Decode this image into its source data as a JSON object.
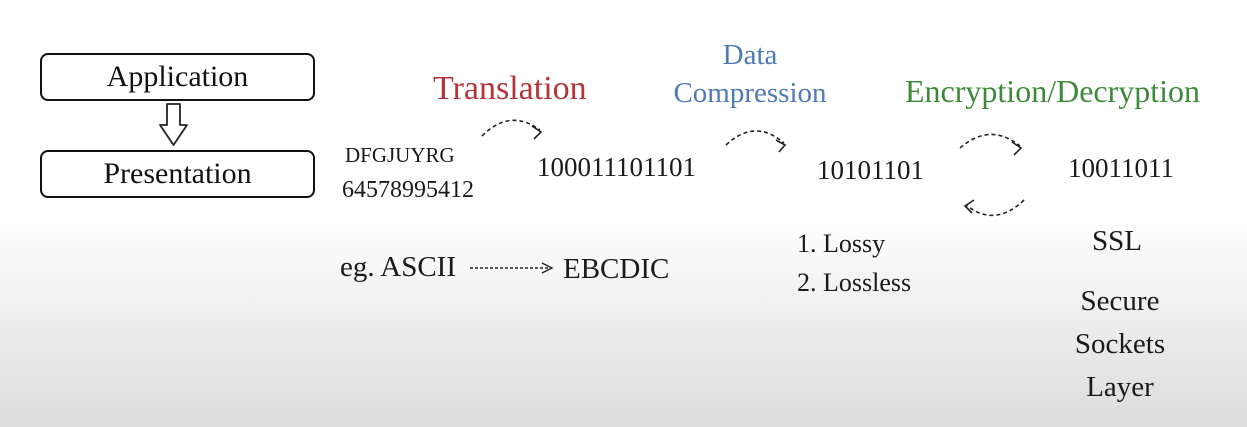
{
  "layers": {
    "top": "Application",
    "bottom": "Presentation"
  },
  "headings": {
    "translation": "Translation",
    "compression_line1": "Data",
    "compression_line2": "Compression",
    "encryption": "Encryption",
    "decryption": "/Decryption"
  },
  "translation": {
    "input_line1": "DFGJUYRG",
    "input_line2": "64578995412",
    "output": "100011101101",
    "example_from": "eg. ASCII",
    "example_to": "EBCDIC"
  },
  "compression": {
    "output": "10101101",
    "types": [
      "1. Lossy",
      "2. Lossless"
    ]
  },
  "encryption": {
    "output": "10011011",
    "abbr": "SSL",
    "expansion": [
      "Secure",
      "Sockets",
      "Layer"
    ]
  },
  "colors": {
    "translation": "#b5343a",
    "compression": "#4f7ab2",
    "encryption": "#3e8a3a"
  }
}
